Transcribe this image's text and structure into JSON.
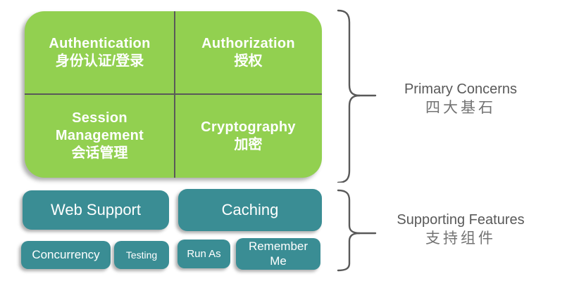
{
  "colors": {
    "bg": "#FFFFFF",
    "green": "#92D050",
    "teal": "#3A8D94",
    "divider": "#595959",
    "label_gray": "#595959",
    "label_gray_light": "#737373",
    "box_text": "#FFFFFF"
  },
  "primary_group": {
    "cells": [
      {
        "name": "authentication",
        "title": "Authentication",
        "subtitle": "身份认证/登录"
      },
      {
        "name": "authorization",
        "title": "Authorization",
        "subtitle": "授权"
      },
      {
        "name": "session-management",
        "title": "Session Management",
        "subtitle": "会话管理"
      },
      {
        "name": "cryptography",
        "title": "Cryptography",
        "subtitle": "加密"
      }
    ],
    "annotation": {
      "en": "Primary Concerns",
      "zh": "四大基石"
    }
  },
  "supporting_group": {
    "boxes": [
      {
        "name": "web-support",
        "label": "Web Support"
      },
      {
        "name": "caching",
        "label": "Caching"
      },
      {
        "name": "concurrency",
        "label": "Concurrency"
      },
      {
        "name": "testing",
        "label": "Testing"
      },
      {
        "name": "run-as",
        "label": "Run As"
      },
      {
        "name": "remember-me",
        "label": "Remember Me"
      }
    ],
    "annotation": {
      "en": "Supporting Features",
      "zh": "支持组件"
    }
  }
}
